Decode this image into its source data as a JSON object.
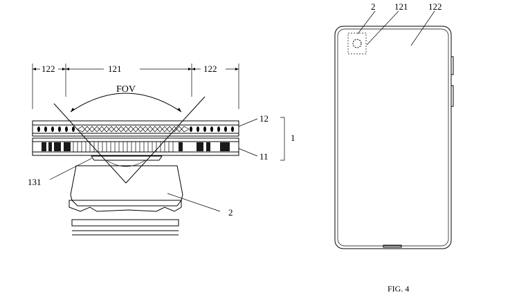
{
  "figure": {
    "caption": "FIG. 4",
    "left_view": {
      "dim_left": "122",
      "dim_center": "121",
      "dim_right": "122",
      "fov": "FOV",
      "layer_top": "12",
      "layer_bottom": "11",
      "assembly": "1",
      "lens_ref": "131",
      "camera_ref": "2"
    },
    "right_view": {
      "camera_ref": "2",
      "area_ref": "121",
      "screen_ref": "122"
    }
  }
}
